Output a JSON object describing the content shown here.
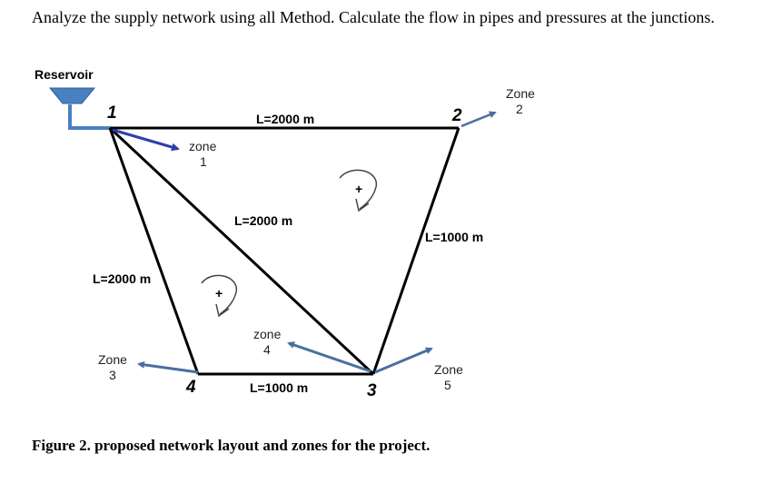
{
  "question": "Analyze the supply network using all Method. Calculate the flow in pipes and pressures at the junctions.",
  "caption": "Figure 2. proposed network layout and zones for the project.",
  "reservoir_label": "Reservoir",
  "nodes": {
    "n1": "1",
    "n2": "2",
    "n3": "3",
    "n4": "4"
  },
  "pipe_labels": {
    "p12": "L=2000 m",
    "p13": "L=2000 m",
    "p23": "L=1000 m",
    "p14": "L=2000 m",
    "p43": "L=1000 m"
  },
  "zones": {
    "z1": {
      "word": "zone",
      "num": "1"
    },
    "z2": {
      "word": "Zone",
      "num": "2"
    },
    "z3": {
      "word": "Zone",
      "num": "3"
    },
    "z4": {
      "word": "zone",
      "num": "4"
    },
    "z5": {
      "word": "Zone",
      "num": "5"
    }
  },
  "loop_sign": "+",
  "colors": {
    "pipe": "#000000",
    "reservoir": "#4a7fc1",
    "demand_arrow": "#4a6fa0",
    "zone1_arrow": "#2f3fa8"
  }
}
